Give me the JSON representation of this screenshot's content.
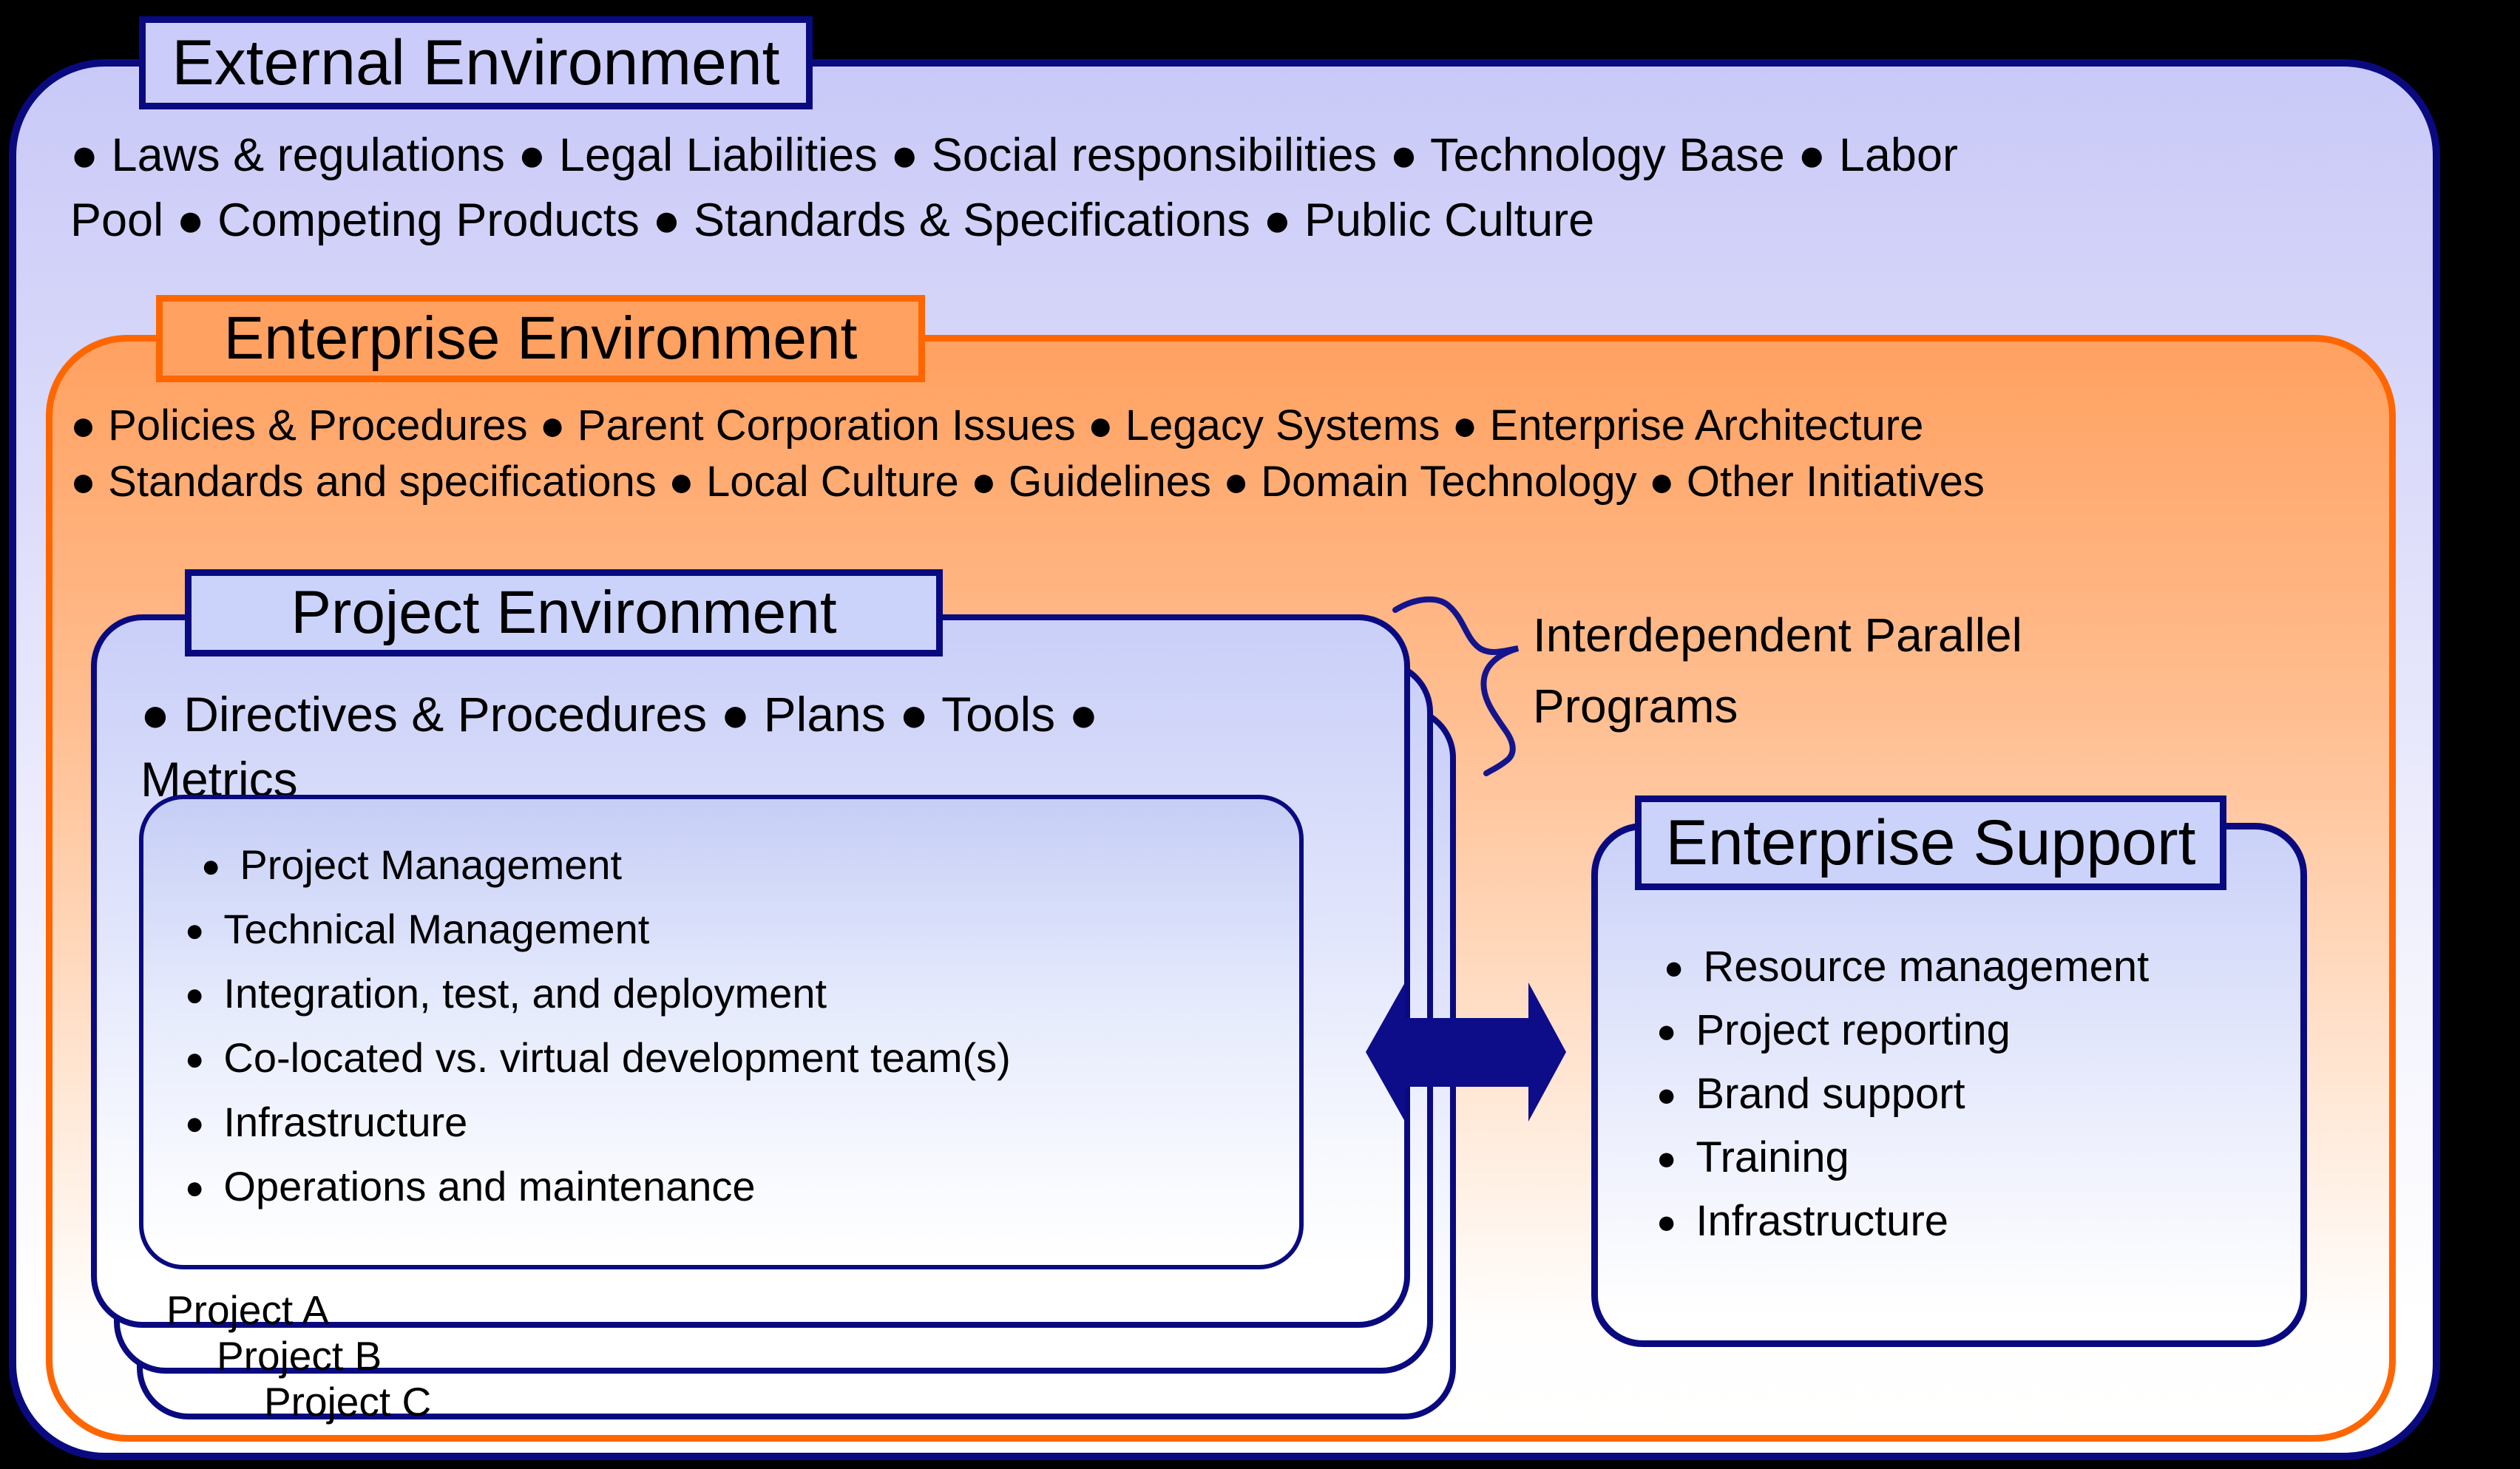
{
  "colors": {
    "navy_border": "#0a0a80",
    "orange_border": "#ff6600",
    "arrow_navy": "#0d0d8a",
    "lavender_title_fill": "#ccccfb",
    "blue_title_fill": "#ccd3fb",
    "orange_title_fill": "#ffa161",
    "background": "#000000"
  },
  "glyphs": {
    "bullet": "●"
  },
  "external": {
    "title": "External Environment",
    "bullets_line1": "● Laws & regulations ● Legal Liabilities ● Social responsibilities ● Technology Base ● Labor",
    "bullets_line2": "Pool ● Competing Products ● Standards & Specifications ● Public Culture"
  },
  "enterprise": {
    "title": "Enterprise Environment",
    "bullets_line1": "● Policies & Procedures ● Parent Corporation Issues ● Legacy Systems ● Enterprise Architecture",
    "bullets_line2": "● Standards and specifications ● Local Culture ● Guidelines ● Domain Technology ● Other Initiatives"
  },
  "project": {
    "title": "Project Environment",
    "bullets_line1": "● Directives & Procedures ● Plans ● Tools ●",
    "bullets_line2": "Metrics",
    "inner_bullets": [
      "Project Management",
      "Technical Management",
      "Integration, test, and deployment",
      "Co-located vs. virtual development team(s)",
      "Infrastructure",
      "Operations and maintenance"
    ],
    "stack_labels": [
      "Project A",
      "Project B",
      "Project C"
    ]
  },
  "annotation": {
    "line1": "Interdependent Parallel",
    "line2": "Programs"
  },
  "enterprise_support": {
    "title": "Enterprise Support",
    "bullets": [
      "Resource management",
      "Project reporting",
      "Brand support",
      "Training",
      "Infrastructure"
    ]
  }
}
